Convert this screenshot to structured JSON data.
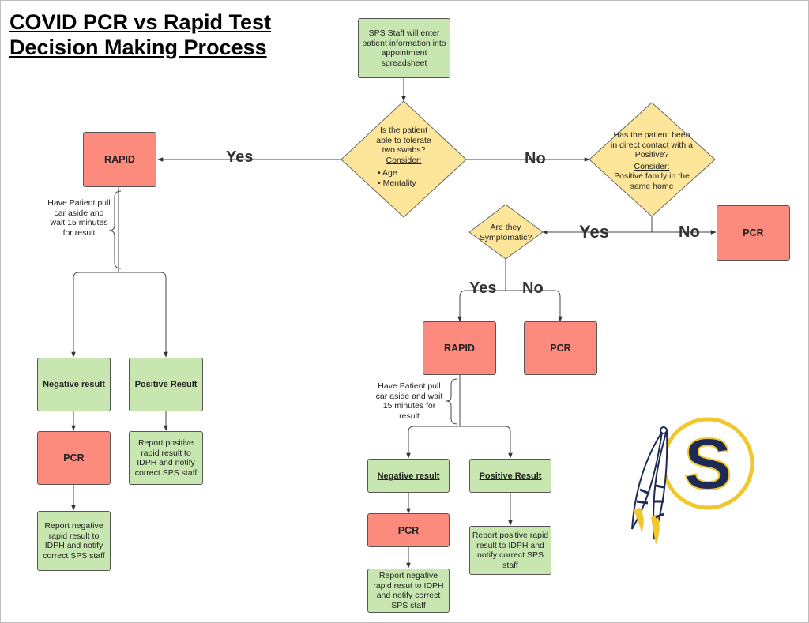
{
  "title": {
    "line1": "COVID PCR vs Rapid Test",
    "line2": "Decision Making Process"
  },
  "start": {
    "text": "SPS Staff will enter patient information into appointment spreadsheet"
  },
  "q1": {
    "text": "Is the patient able to tolerate two swabs?",
    "consider": "Consider:",
    "bullets": [
      "Age",
      "Mentality"
    ]
  },
  "q2": {
    "text": "Has the patient been in direct contact with a Positive?",
    "consider": "Consider:",
    "detail": "Positive family in the same home"
  },
  "q3": {
    "text": "Are they Symptomatic?"
  },
  "labels": {
    "yes": "Yes",
    "no": "No"
  },
  "rapid": "RAPID",
  "pcr": "PCR",
  "negative_result": "Negative result",
  "positive_result": "Positive Result",
  "left_branch": {
    "wait_note": "Have Patient pull car aside and wait 15 minutes for result",
    "report_negative": "Report negative rapid result to IDPH and notify correct SPS staff",
    "report_positive": "Report positive rapid result to IDPH and notify correct SPS staff"
  },
  "right_branch": {
    "wait_note": "Have Patient pull car aside and wait 15 minutes for result",
    "report_negative": "Report negative rapid resut to IDPH and notify correct SPS staff",
    "report_positive": "Report positive rapid result to IDPH and notify correct SPS staff"
  },
  "logo": {
    "letter": "S"
  },
  "colors": {
    "decision": "#fde59a",
    "action_green": "#c8e7b0",
    "test_red": "#fc8b7d",
    "logo_navy": "#1c2a55",
    "logo_gold": "#f2c72e"
  }
}
